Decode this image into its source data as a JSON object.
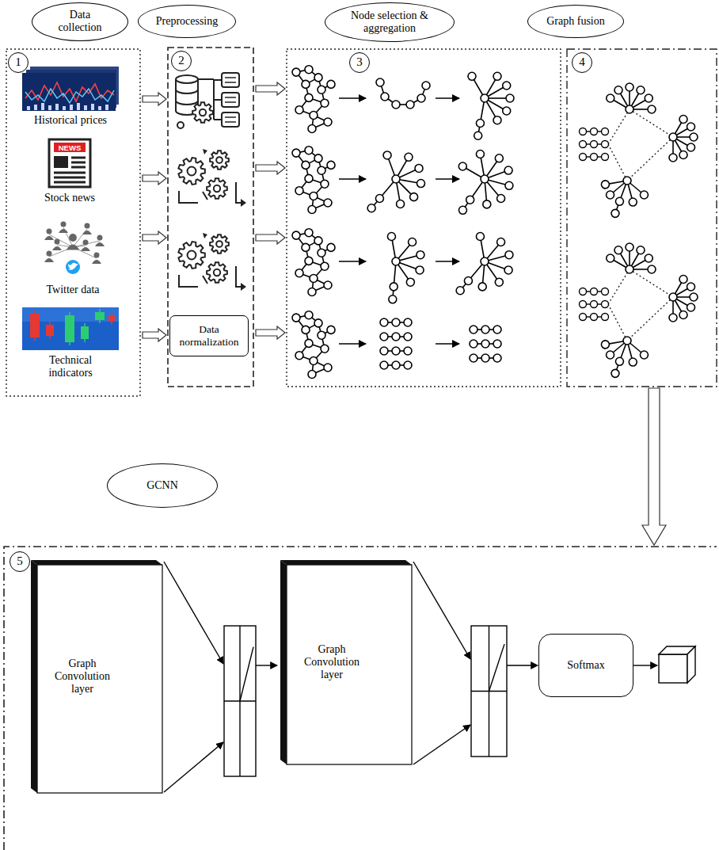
{
  "diagram": {
    "nodes": [
      {
        "text": [
          "Data collection"
        ]
      },
      {
        "text": [
          "Preprocessing"
        ]
      },
      {
        "text": [
          "Node selection & aggregation"
        ]
      },
      {
        "text": [
          "Graph fusion"
        ]
      },
      {
        "text": [
          "1"
        ]
      },
      {
        "text": [
          "2"
        ]
      },
      {
        "text": [
          "Data normalization"
        ]
      },
      {
        "text": [
          "3"
        ]
      },
      {
        "text": [
          "4"
        ]
      },
      {
        "text": [
          "GCNN"
        ]
      },
      {
        "text": [
          "5"
        ]
      },
      {
        "text": [
          "Graph Convolution layer"
        ]
      },
      {
        "text": [
          "Graph Convolution layer"
        ]
      },
      {
        "text": [
          "Softmax"
        ]
      }
    ],
    "labels": [
      "Historical prices",
      "NEWS",
      "Stock news",
      "Twitter data",
      "Technical indicators"
    ]
  }
}
